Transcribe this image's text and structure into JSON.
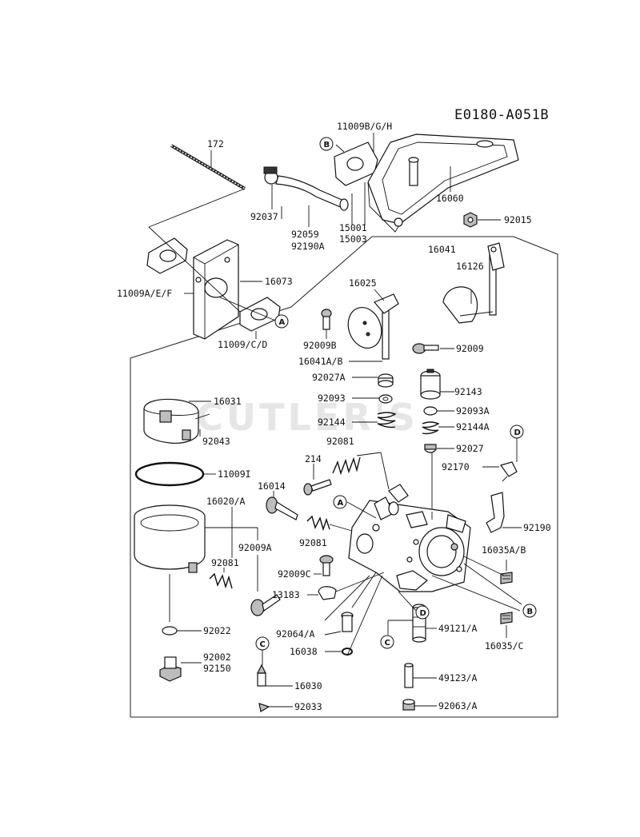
{
  "diagram": {
    "code": "E0180-A051B",
    "watermark": "CUTLER'S",
    "labels": {
      "p172": "172",
      "p92037": "92037",
      "p11009BGH": "11009B/G/H",
      "p16060": "16060",
      "p92015": "92015",
      "p92059": "92059",
      "p92190A": "92190A",
      "p15001": "15001",
      "p15003": "15003",
      "p16073": "16073",
      "p11009AEF": "11009A/E/F",
      "p11009CD": "11009/C/D",
      "p16041": "16041",
      "p16126": "16126",
      "p16025": "16025",
      "p92009B": "92009B",
      "p92009": "92009",
      "p16041AB": "16041A/B",
      "p92027A": "92027A",
      "p92093": "92093",
      "p92143": "92143",
      "p16031": "16031",
      "p92144": "92144",
      "p92093A": "92093A",
      "p92043": "92043",
      "p92144A": "92144A",
      "p92081a": "92081",
      "p92027": "92027",
      "p214": "214",
      "p11009I": "11009I",
      "p92170": "92170",
      "p16014": "16014",
      "p16020A": "16020/A",
      "p92081b": "92081",
      "p92190": "92190",
      "p92009A": "92009A",
      "p16035AB": "16035A/B",
      "p92081c": "92081",
      "p92009C": "92009C",
      "p13183": "13183",
      "p92022": "92022",
      "p92064A": "92064/A",
      "p49121A": "49121/A",
      "p16035C": "16035/C",
      "p92002": "92002",
      "p92150": "92150",
      "p16038": "16038",
      "p49123A": "49123/A",
      "p16030": "16030",
      "p92033": "92033",
      "p92063A": "92063/A"
    },
    "callouts": {
      "A": "A",
      "B": "B",
      "C": "C",
      "D": "D"
    }
  }
}
